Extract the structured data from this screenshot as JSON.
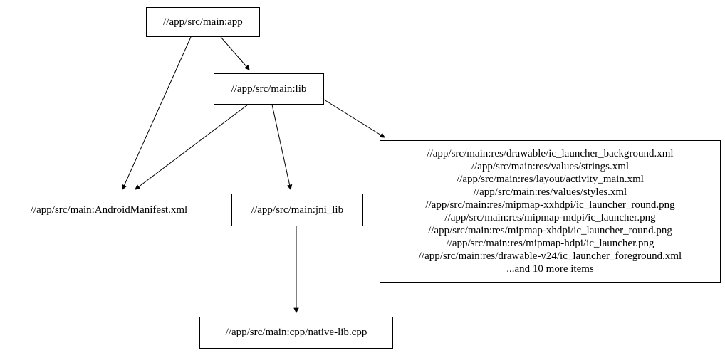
{
  "graph": {
    "type": "directed-dependency-graph",
    "colors": {
      "background": "#ffffff",
      "node_border": "#000000",
      "node_fill": "#ffffff",
      "edge": "#000000",
      "text": "#000000"
    },
    "nodes": {
      "app": {
        "label": "//app/src/main:app"
      },
      "lib": {
        "label": "//app/src/main:lib"
      },
      "manifest": {
        "label": "//app/src/main:AndroidManifest.xml"
      },
      "jni_lib": {
        "label": "//app/src/main:jni_lib"
      },
      "cpp": {
        "label": "//app/src/main:cpp/native-lib.cpp"
      },
      "res": {
        "lines": [
          "//app/src/main:res/drawable/ic_launcher_background.xml",
          "//app/src/main:res/values/strings.xml",
          "//app/src/main:res/layout/activity_main.xml",
          "//app/src/main:res/values/styles.xml",
          "//app/src/main:res/mipmap-xxhdpi/ic_launcher_round.png",
          "//app/src/main:res/mipmap-mdpi/ic_launcher.png",
          "//app/src/main:res/mipmap-xhdpi/ic_launcher_round.png",
          "//app/src/main:res/mipmap-hdpi/ic_launcher.png",
          "//app/src/main:res/drawable-v24/ic_launcher_foreground.xml",
          "...and 10 more items"
        ]
      }
    },
    "edges": [
      {
        "from": "//app/src/main:app",
        "to": "//app/src/main:lib"
      },
      {
        "from": "//app/src/main:app",
        "to": "//app/src/main:AndroidManifest.xml"
      },
      {
        "from": "//app/src/main:lib",
        "to": "//app/src/main:AndroidManifest.xml"
      },
      {
        "from": "//app/src/main:lib",
        "to": "//app/src/main:jni_lib"
      },
      {
        "from": "//app/src/main:lib",
        "to": "res-files-group"
      },
      {
        "from": "//app/src/main:jni_lib",
        "to": "//app/src/main:cpp/native-lib.cpp"
      }
    ]
  }
}
